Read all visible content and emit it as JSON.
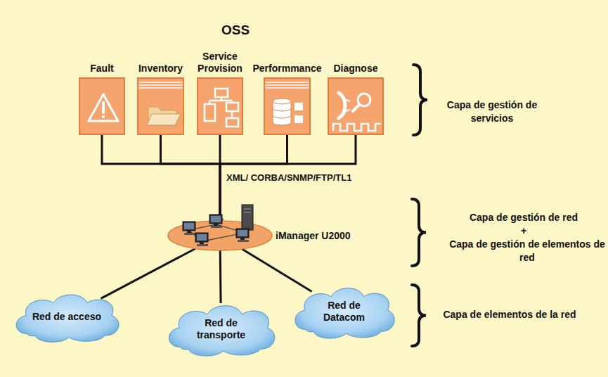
{
  "diagram": {
    "title": "OSS",
    "nodes": [
      {
        "text": [
          "Fault"
        ]
      },
      {
        "text": [
          "Inventory"
        ]
      },
      {
        "text": [
          "Service Provision"
        ]
      },
      {
        "text": [
          "Performmance"
        ]
      },
      {
        "text": [
          "Diagnose"
        ]
      },
      {
        "text": [
          "iManager U2000"
        ]
      },
      {
        "text": [
          "Red de acceso"
        ]
      },
      {
        "text": [
          "Red de transporte"
        ]
      },
      {
        "text": [
          "Red de Datacom"
        ]
      }
    ],
    "edges": [
      {
        "from": 0,
        "to": 5,
        "arrow": "none"
      },
      {
        "from": 1,
        "to": 5,
        "arrow": "none"
      },
      {
        "from": 2,
        "to": 5,
        "arrow": "none"
      },
      {
        "from": 3,
        "to": 5,
        "arrow": "none"
      },
      {
        "from": 4,
        "to": 5,
        "arrow": "none"
      },
      {
        "from": 5,
        "to": 6,
        "arrow": "none"
      },
      {
        "from": 5,
        "to": 7,
        "arrow": "none"
      },
      {
        "from": 5,
        "to": 8,
        "arrow": "none"
      }
    ],
    "labels": [
      "XML/ CORBA/SNMP/FTP/TL1",
      "Capa de gestión de servicios",
      "Capa de gestión de red",
      "+",
      "Capa de gestión de elementos de red",
      "Capa de elementos de la red"
    ]
  }
}
